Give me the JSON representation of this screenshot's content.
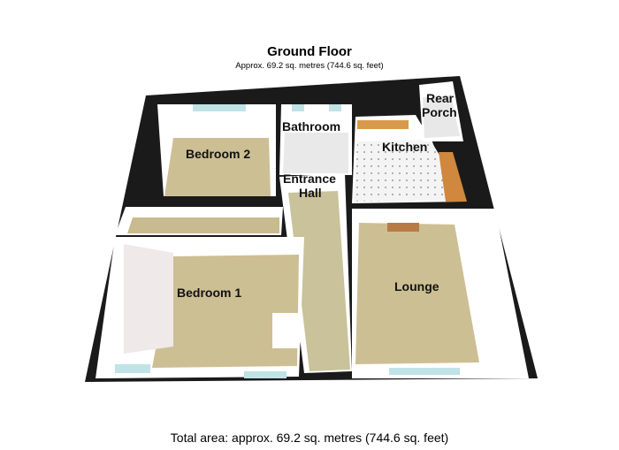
{
  "plan": {
    "title": "Ground Floor",
    "subtitle": "Approx. 69.2 sq. metres (744.6 sq. feet)",
    "footer": "Total area: approx. 69.2 sq. metres (744.6 sq. feet)"
  },
  "rooms": {
    "bedroom2": "Bedroom 2",
    "bathroom": "Bathroom",
    "kitchen": "Kitchen",
    "rear_porch_line1": "Rear",
    "rear_porch_line2": "Porch",
    "entrance_hall_line1": "Entrance",
    "entrance_hall_line2": "Hall",
    "bedroom1": "Bedroom 1",
    "lounge": "Lounge"
  },
  "colors": {
    "wall_top": "#111111",
    "wall_inner": "#ffffff",
    "floor_carpet": "#cdbf94",
    "floor_hall": "#c9c29a",
    "floor_tile": "#f2f2f2",
    "window": "#bfe3e6"
  }
}
